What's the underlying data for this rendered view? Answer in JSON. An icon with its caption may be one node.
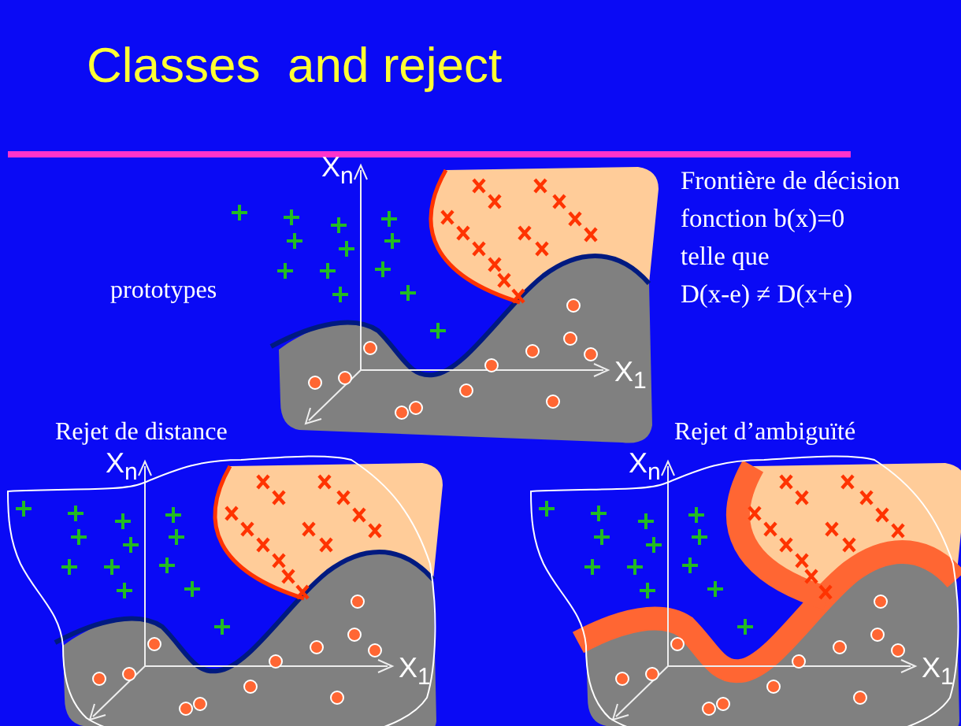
{
  "diagram": {
    "title": "Classes  and reject",
    "labels": [
      "X$_{n}$",
      "prototypes",
      "Frontière de décision fonction b(x)=0 telle que D(x-e) ≠ D(x+e)",
      "X$_{1}$",
      "Rejet de distance",
      "Rejet d’ambiguïté",
      "X$_{n}$",
      "X$_{n}$",
      "X$_{1}$",
      "X$_{1}$"
    ]
  }
}
